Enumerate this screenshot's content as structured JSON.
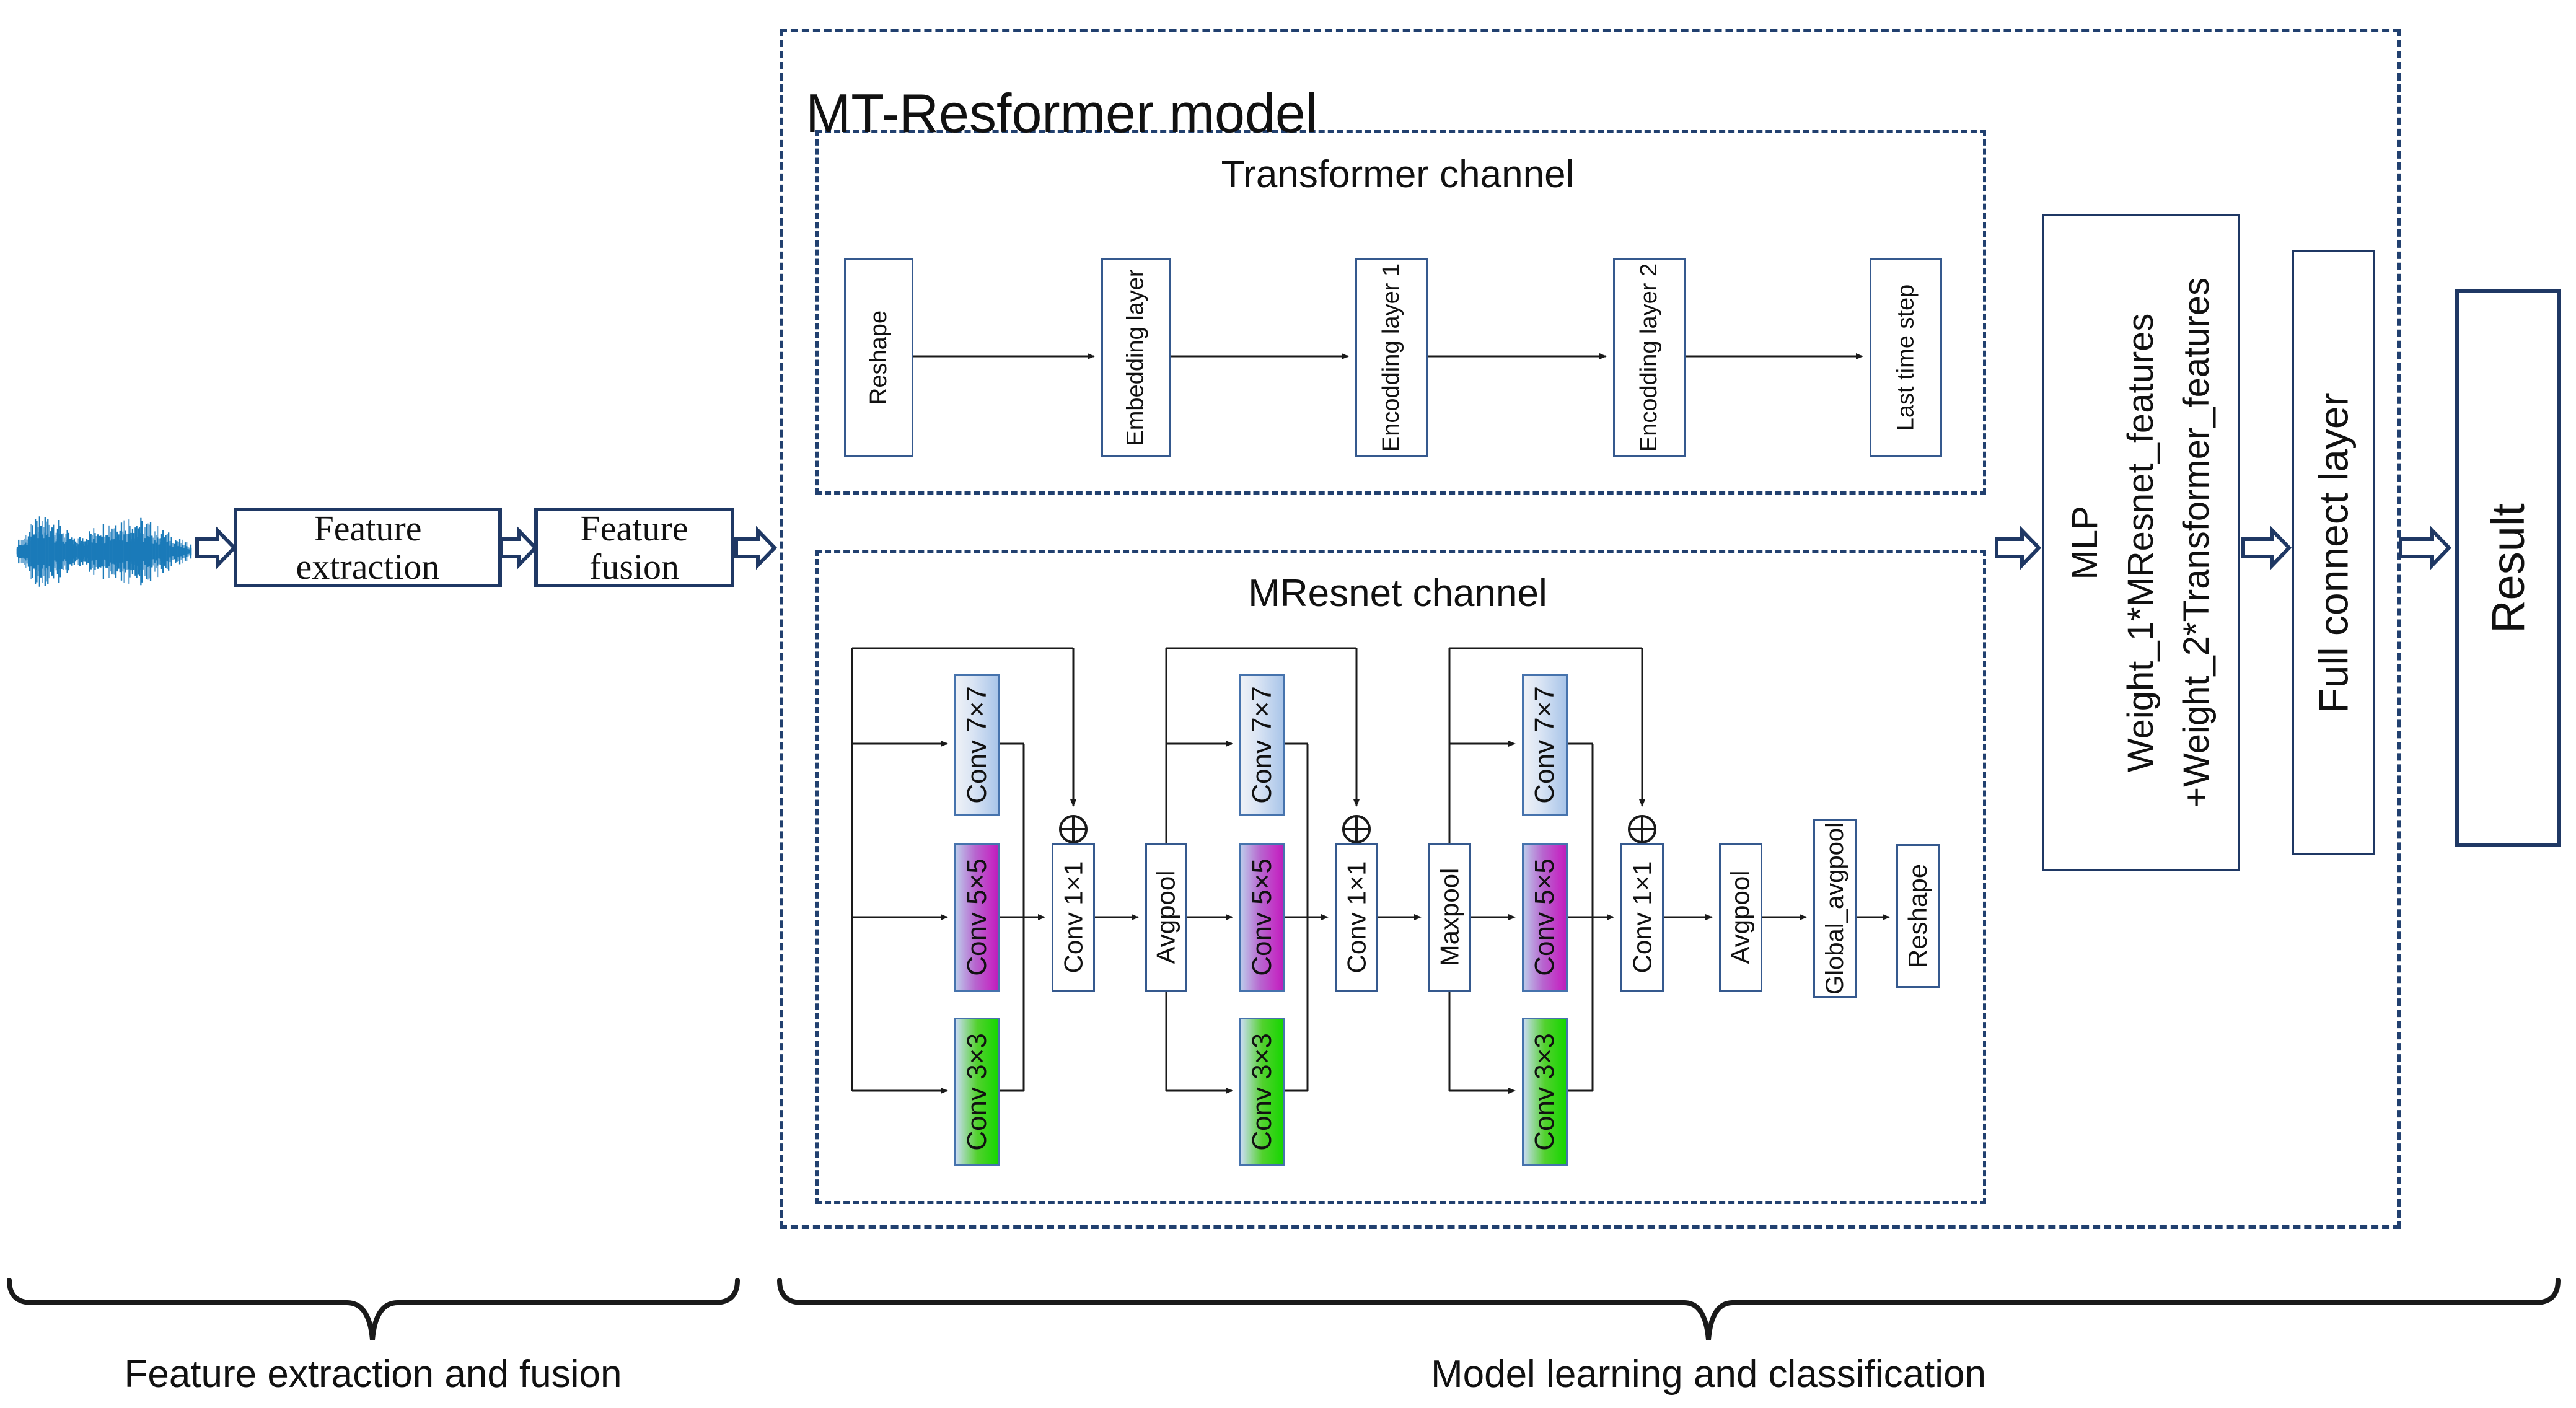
{
  "diagram": {
    "title": "MT-Resformer model",
    "left_flow": {
      "waveform_icon": "audio-waveform",
      "feature_extraction": {
        "line1": "Feature",
        "line2": "extraction"
      },
      "feature_fusion": {
        "line1": "Feature",
        "line2": "fusion"
      }
    },
    "transformer_channel": {
      "title": "Transformer channel",
      "boxes": [
        "Reshape",
        "Embedding layer",
        "Encodding layer 1",
        "Encodding layer 2",
        "Last time step"
      ]
    },
    "mresnet_channel": {
      "title": "MResnet channel",
      "blocks": [
        {
          "conv7": "Conv 7×7",
          "conv5": "Conv 5×5",
          "conv3": "Conv 3×3",
          "merge": "Conv 1×1",
          "add_symbol": "⊕"
        },
        {
          "conv7": "Conv 7×7",
          "conv5": "Conv 5×5",
          "conv3": "Conv 3×3",
          "merge": "Conv 1×1",
          "add_symbol": "⊕"
        },
        {
          "conv7": "Conv 7×7",
          "conv5": "Conv 5×5",
          "conv3": "Conv 3×3",
          "merge": "Conv 1×1",
          "add_symbol": "⊕"
        }
      ],
      "pool_after_block1": "Avgpool",
      "pool_after_block2": "Maxpool",
      "tail_pool": "Avgpool",
      "tail_global": "Global_avgpool",
      "tail_reshape": "Reshape"
    },
    "fusion_head": {
      "mlp_line1": "MLP",
      "mlp_line2": "Weight_1*MResnet_features",
      "mlp_line3": "+Weight_2*Transformer_features",
      "full_connect": "Full connect layer",
      "result": "Result"
    },
    "braces": {
      "left": "Feature extraction and fusion",
      "right": "Model learning and classification"
    },
    "colors": {
      "dash_navy": "#21406f",
      "border_navy": "#1f3864",
      "thin_border": "#35598e",
      "conv_border": "#4673ad",
      "conv7_gradient_end": "#a9c5e9",
      "conv5_gradient_end": "#c32ec4",
      "conv3_gradient_end": "#16d600",
      "waveform_blue": "#1a7ab9",
      "line_black": "#1a1a1a"
    }
  }
}
